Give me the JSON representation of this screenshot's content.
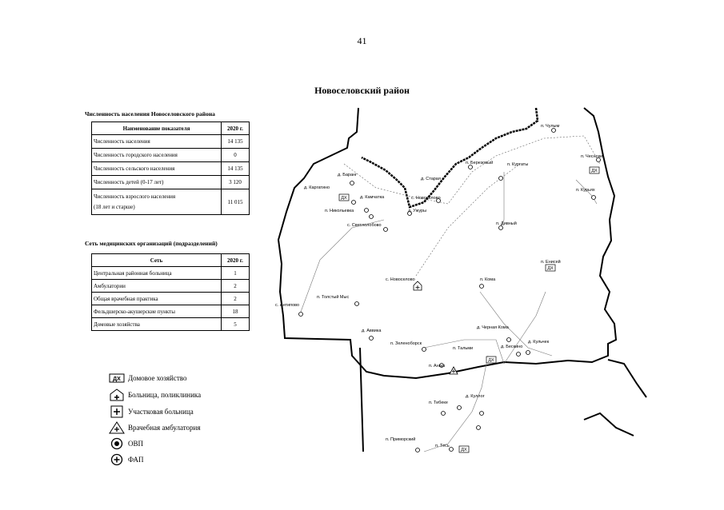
{
  "page_number": "41",
  "title": "Новоселовский район",
  "population": {
    "heading": "Численность населения Новоселовского района",
    "headers": [
      "Наименование показателя",
      "2020 г."
    ],
    "rows": [
      {
        "label": "Численность населения",
        "value": "14 135"
      },
      {
        "label": "Численность городского населения",
        "value": "0"
      },
      {
        "label": "Численность сельского населения",
        "value": "14 135"
      },
      {
        "label": "Численность детей (0-17 лет)",
        "value": "3 120"
      },
      {
        "label": "Численность взрослого населения",
        "label2": "(18 лет и старше)",
        "value": "11 015"
      }
    ]
  },
  "network": {
    "heading": "Сеть медицинских организаций (подразделений)",
    "headers": [
      "Сеть",
      "2020 г."
    ],
    "rows": [
      {
        "label": "Центральная районная больница",
        "value": "1"
      },
      {
        "label": "Амбулатории",
        "value": "2"
      },
      {
        "label": "Общая врачебная практика",
        "value": "2"
      },
      {
        "label": "Фельдшерско-акушерские пункты",
        "value": "18"
      },
      {
        "label": "Домовые хозяйства",
        "value": "5"
      }
    ]
  },
  "legend": [
    {
      "icon": "dx-box-icon",
      "label": "Домовое хозяйство",
      "abbr": "ДХ"
    },
    {
      "icon": "hospital-icon",
      "label": "Больница, поликлиника"
    },
    {
      "icon": "local-hospital-icon",
      "label": "Участковая больница"
    },
    {
      "icon": "ambulatory-triangle-icon",
      "label": "Врачебная амбулатория"
    },
    {
      "icon": "ovp-circle-icon",
      "label": "ОВП"
    },
    {
      "icon": "fap-circle-icon",
      "label": "ФАП"
    }
  ],
  "map": {
    "dx_label": "ДХ",
    "places": [
      "п. Чулым",
      "п. Чесноки",
      "п. Кургаты",
      "п. Березовый",
      "д. Старая",
      "д. Баранг",
      "д. Каргатино",
      "д. Камчатка",
      "с. Новоселово",
      "п. Никольевка",
      "с. Светлолобово",
      "д. Ужуры",
      "п. Дивный",
      "п. Курьях",
      "п. Енисей",
      "с. Новоселово",
      "п. Кома",
      "п. Толстый Мыс",
      "с. Антипово",
      "д. Аввика",
      "п. Зеленоборск",
      "д. Черная Кома",
      "д. Бескино",
      "п. Тальми",
      "д. Кульчек",
      "п. Анаш",
      "д. Куллог",
      "п. Тибеке",
      "п. Приморский",
      "п. Тесь"
    ]
  }
}
